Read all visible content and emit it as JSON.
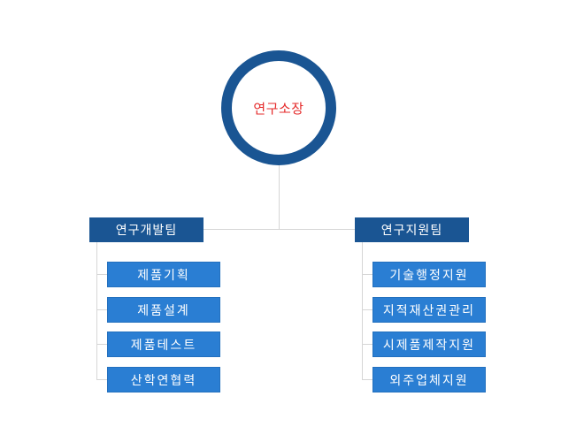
{
  "org": {
    "root": {
      "label": "연구소장"
    },
    "teams": [
      {
        "label": "연구개발팀",
        "units": [
          {
            "label": "제품기획"
          },
          {
            "label": "제품설계"
          },
          {
            "label": "제품테스트"
          },
          {
            "label": "산학연협력"
          }
        ]
      },
      {
        "label": "연구지원팀",
        "units": [
          {
            "label": "기술행정지원"
          },
          {
            "label": "지적재산권관리"
          },
          {
            "label": "시제품제작지원"
          },
          {
            "label": "외주업체지원"
          }
        ]
      }
    ],
    "colors": {
      "primary": "#1a5593",
      "secondary": "#2a7ed3",
      "root_text": "#e52b2b",
      "connector": "#d6d6d6"
    }
  }
}
